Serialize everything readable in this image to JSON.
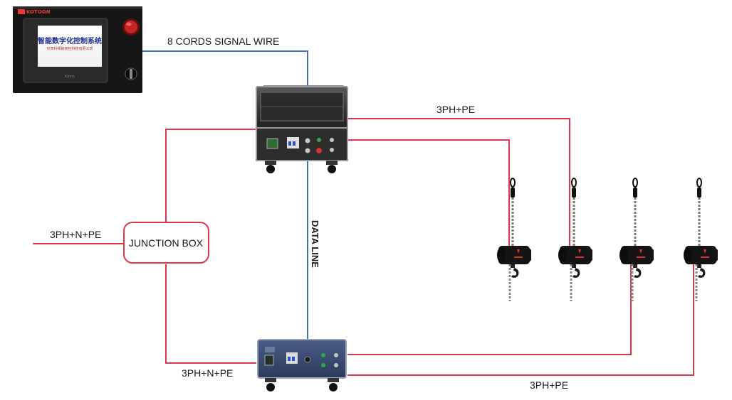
{
  "colors": {
    "power_line": "#d83a4a",
    "signal_line": "#3a6fb4",
    "device_dark": "#1c1c1c",
    "junction_border": "#d83a4a"
  },
  "labels": {
    "signal_wire": "8 CORDS SIGNAL WIRE",
    "data_line": "DATA LINE",
    "junction_box": "JUNCTION BOX",
    "input_power": "3PH+N+PE",
    "bottom_power": "3PH+N+PE",
    "top_hoist_power": "3PH+PE",
    "bottom_hoist_power": "3PH+PE"
  },
  "controller": {
    "screen_title": "智能数字化控制系统",
    "screen_subtitle": "甘肃科顿输变控科技有限公司",
    "panel_brand": "Kinco",
    "logo_text": "KOTOON"
  },
  "hoists": {
    "count": 4
  }
}
